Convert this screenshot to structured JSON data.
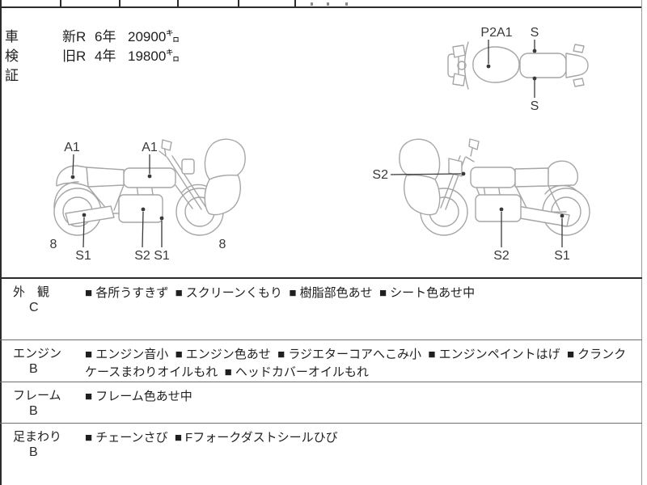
{
  "bullet": "■",
  "shaken": {
    "title_label": "車検証",
    "rows": [
      {
        "reg": "新R",
        "years": "6年",
        "odometer": "20900㌔"
      },
      {
        "reg": "旧R",
        "years": "4年",
        "odometer": "19800㌔"
      }
    ]
  },
  "diagrams": {
    "top_view": {
      "p2a1": "P2A1",
      "s_top": "S",
      "s_bottom": "S"
    },
    "left_side": {
      "a1_rear": "A1",
      "a1_tank": "A1",
      "s1_muffler": "S1",
      "s2_engine": "S2",
      "s1_engine": "S1",
      "num_rear": "8",
      "num_front": "8"
    },
    "right_side": {
      "s2_front": "S2",
      "s2_engine": "S2",
      "s1_muffler": "S1"
    }
  },
  "sections": [
    {
      "name": "外　観",
      "grade": "C",
      "items": [
        "各所うすきず",
        "スクリーンくもり",
        "樹脂部色あせ",
        "シート色あせ中"
      ]
    },
    {
      "name": "エンジン",
      "grade": "B",
      "items": [
        "エンジン音小",
        "エンジン色あせ",
        "ラジエターコアへこみ小",
        "エンジンペイントはげ",
        "クランクケースまわりオイルもれ",
        "ヘッドカバーオイルもれ"
      ]
    },
    {
      "name": "フレーム",
      "grade": "B",
      "items": [
        "フレーム色あせ中"
      ]
    },
    {
      "name": "足まわり",
      "grade": "B",
      "items": [
        "チェーンさび",
        "Fフォークダストシールひび"
      ]
    }
  ],
  "colors": {
    "line_art": "#a6a6a6",
    "marker": "#3a3a3a",
    "rule_heavy": "#2b2b2b",
    "rule_light": "#6e6e6e"
  }
}
